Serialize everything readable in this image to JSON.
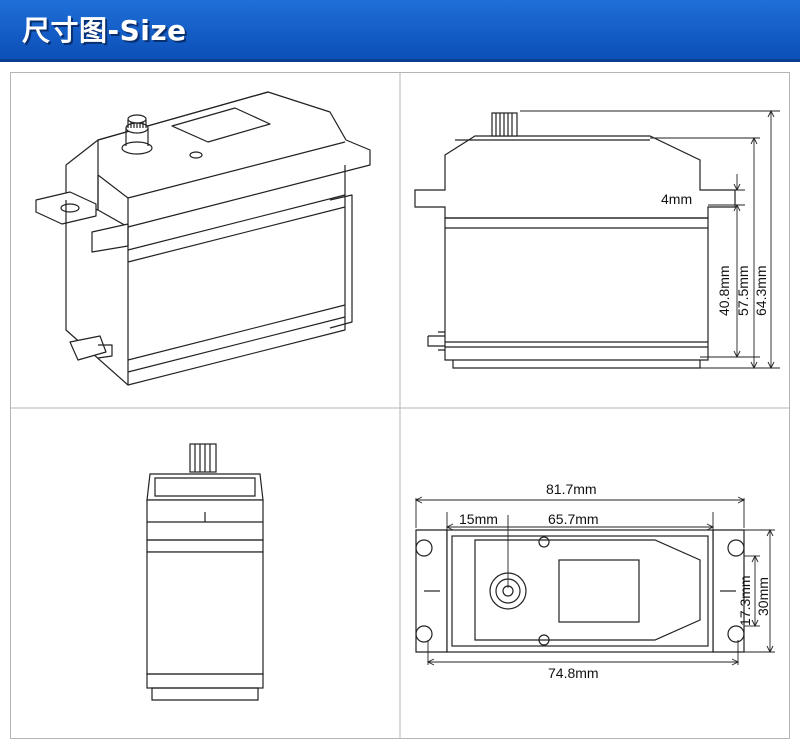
{
  "header": {
    "title": "尺寸图-Size",
    "color": "#0c4fb8"
  },
  "side_view": {
    "dims": [
      "4mm",
      "40.8mm",
      "57.5mm",
      "64.3mm"
    ]
  },
  "top_view": {
    "dims": [
      "81.7mm",
      "15mm",
      "65.7mm",
      "74.8mm",
      "17.3mm",
      "30mm"
    ]
  }
}
